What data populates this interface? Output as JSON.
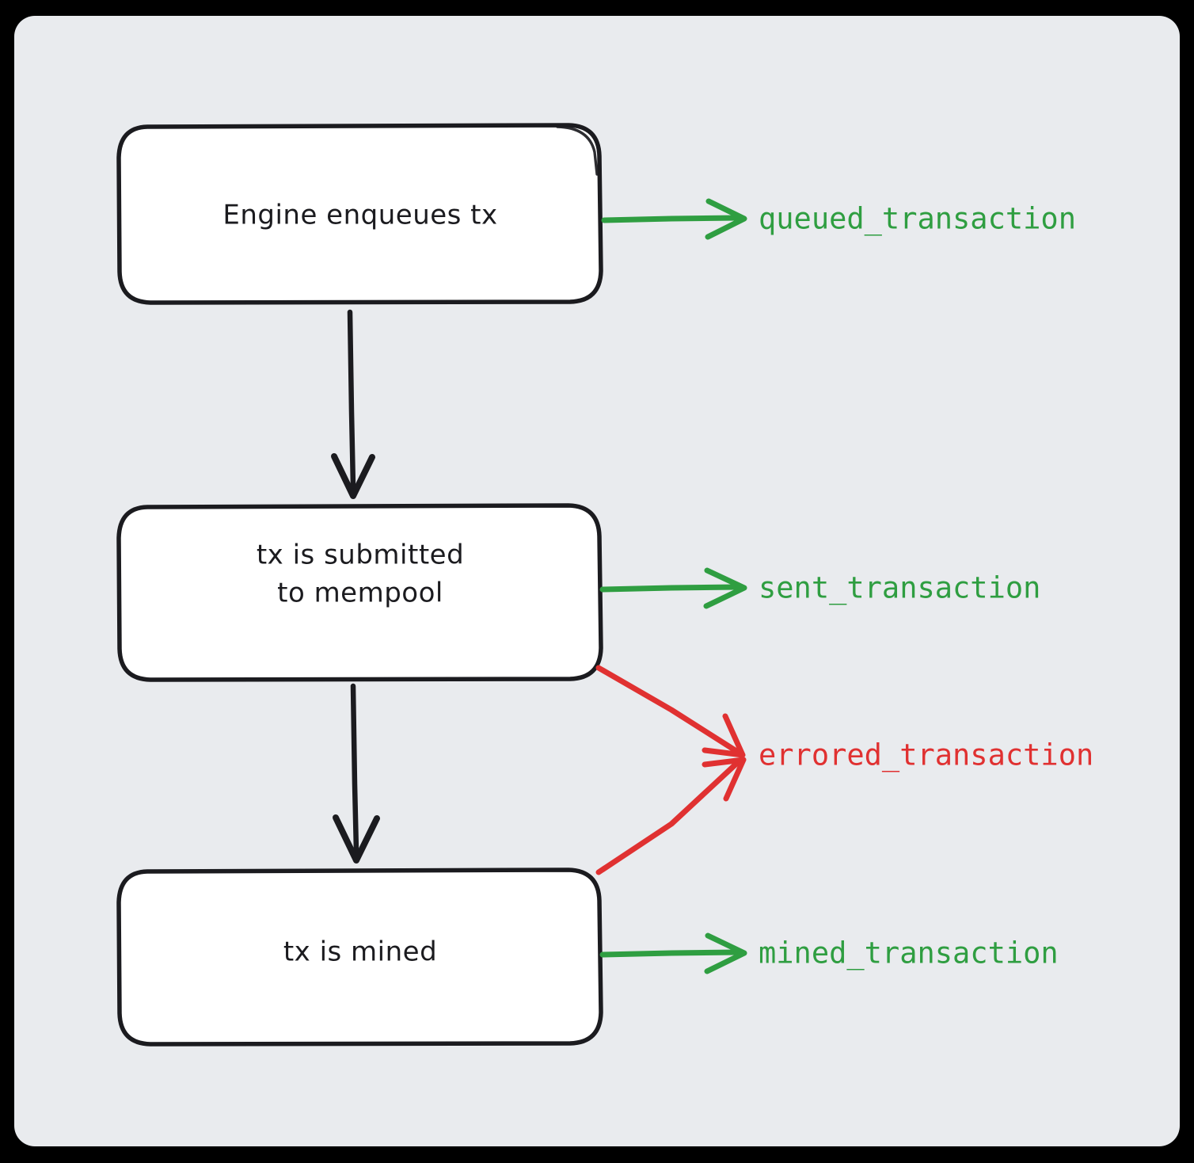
{
  "diagram": {
    "type": "flowchart",
    "direction": "top-down",
    "background_color": "#e9ebee",
    "outer_color": "#000000",
    "style": "hand-drawn-sketch",
    "nodes": [
      {
        "id": "enqueue",
        "label": "Engine enqueues tx",
        "lines": [
          "Engine enqueues tx"
        ],
        "shape": "rounded-rectangle",
        "fill": "#ffffff",
        "stroke": "#1b1b1f"
      },
      {
        "id": "submit",
        "label": "tx is submitted to mempool",
        "lines": [
          "tx is submitted",
          "to mempool"
        ],
        "shape": "rounded-rectangle",
        "fill": "#ffffff",
        "stroke": "#1b1b1f"
      },
      {
        "id": "mined",
        "label": "tx is mined",
        "lines": [
          "tx is mined"
        ],
        "shape": "rounded-rectangle",
        "fill": "#ffffff",
        "stroke": "#1b1b1f"
      }
    ],
    "events": [
      {
        "id": "queued",
        "label": "queued_transaction",
        "color": "#2f9e41",
        "status": "success",
        "from": "enqueue"
      },
      {
        "id": "sent",
        "label": "sent_transaction",
        "color": "#2f9e41",
        "status": "success",
        "from": "submit"
      },
      {
        "id": "errored",
        "label": "errored_transaction",
        "color": "#e03131",
        "status": "error",
        "from": [
          "submit",
          "mined"
        ]
      },
      {
        "id": "mined_event",
        "label": "mined_transaction",
        "color": "#2f9e41",
        "status": "success",
        "from": "mined"
      }
    ],
    "edges": [
      {
        "from": "enqueue",
        "to": "submit",
        "color": "#1b1b1f",
        "kind": "flow"
      },
      {
        "from": "submit",
        "to": "mined",
        "color": "#1b1b1f",
        "kind": "flow"
      },
      {
        "from": "enqueue",
        "to": "queued",
        "color": "#2f9e41",
        "kind": "event"
      },
      {
        "from": "submit",
        "to": "sent",
        "color": "#2f9e41",
        "kind": "event"
      },
      {
        "from": "submit",
        "to": "errored",
        "color": "#e03131",
        "kind": "event"
      },
      {
        "from": "mined",
        "to": "errored",
        "color": "#e03131",
        "kind": "event"
      },
      {
        "from": "mined",
        "to": "mined_event",
        "color": "#2f9e41",
        "kind": "event"
      }
    ]
  }
}
